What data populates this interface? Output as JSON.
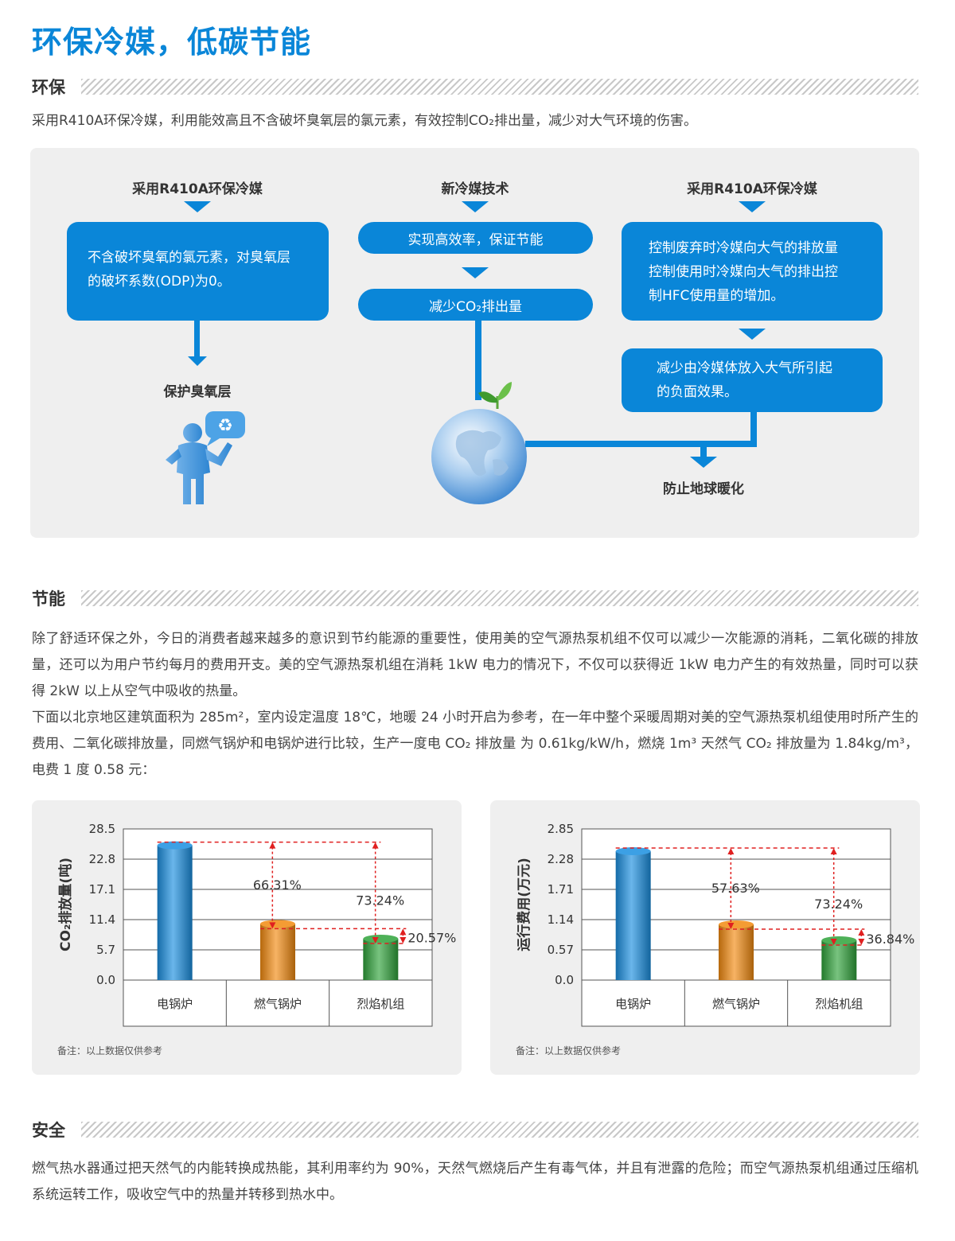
{
  "page": {
    "title": "环保冷媒，低碳节能"
  },
  "sections": {
    "eco": {
      "heading": "环保",
      "text": "采用R410A环保冷媒，利用能效高且不含破坏臭氧层的氯元素，有效控制CO₂排出量，减少对大气环境的伤害。"
    },
    "energy": {
      "heading": "节能",
      "para1": "除了舒适环保之外，今日的消费者越来越多的意识到节约能源的重要性，使用美的空气源热泵机组不仅可以减少一次能源的消耗，二氧化碳的排放量，还可以为用户节约每月的费用开支。美的空气源热泵机组在消耗 1kW 电力的情况下，不仅可以获得近 1kW 电力产生的有效热量，同时可以获得 2kW 以上从空气中吸收的热量。",
      "para2": "下面以北京地区建筑面积为 285m²，室内设定温度 18℃，地暖 24 小时开启为参考，在一年中整个采暖周期对美的空气源热泵机组使用时所产生的费用、二氧化碳排放量，同燃气锅炉和电锅炉进行比较，生产一度电 CO₂ 排放量 为 0.61kg/kW/h，燃烧 1m³ 天然气 CO₂ 排放量为 1.84kg/m³，电费 1 度 0.58 元："
    },
    "safety": {
      "heading": "安全",
      "text": "燃气热水器通过把天然气的内能转换成热能，其利用率约为 90%，天然气燃烧后产生有毒气体，并且有泄露的危险；而空气源热泵机组通过压缩机系统运转工作，吸收空气中的热量并转移到热水中。"
    }
  },
  "diagram": {
    "col1_title": "采用R410A环保冷媒",
    "col1_box": [
      "不含破坏臭氧的氯元素，对臭氧层",
      "的破坏系数(ODP)为0。"
    ],
    "col1_result": "保护臭氧层",
    "col2_title": "新冷媒技术",
    "col2_box1": "实现高效率，保证节能",
    "col2_box2": "减少CO₂排出量",
    "col3_title": "采用R410A环保冷媒",
    "col3_box1": [
      "控制废弃时冷媒向大气的排放量",
      "控制使用时冷媒向大气的排出控",
      "制HFC使用量的增加。"
    ],
    "col3_box2": [
      "减少由冷媒体放入大气所引起",
      "的负面效果。"
    ],
    "final_result": "防止地球暖化",
    "icons": [
      "person-icon",
      "recycle-icon",
      "globe-icon",
      "sprout-icon"
    ],
    "accent_color": "#0a86d8"
  },
  "chart_data": [
    {
      "type": "bar",
      "ylabel": "CO₂排放量(吨)",
      "yticks": [
        "28.5",
        "22.8",
        "17.1",
        "11.4",
        "5.7",
        "0.0"
      ],
      "ylim": [
        0,
        28.5
      ],
      "categories": [
        "电锅炉",
        "燃气锅炉",
        "烈焰机组"
      ],
      "values": [
        25.4,
        10.6,
        7.8
      ],
      "colors": [
        "#1a8fe0",
        "#f28a10",
        "#2fa33a"
      ],
      "annotations": [
        "66.31%",
        "73.24%",
        "20.57%"
      ],
      "note": "备注：以上数据仅供参考"
    },
    {
      "type": "bar",
      "ylabel": "运行费用(万元)",
      "yticks": [
        "2.85",
        "2.28",
        "1.71",
        "1.14",
        "0.57",
        "0.0"
      ],
      "ylim": [
        0,
        2.85
      ],
      "categories": [
        "电锅炉",
        "燃气锅炉",
        "烈焰机组"
      ],
      "values": [
        2.43,
        1.05,
        0.75
      ],
      "colors": [
        "#1a8fe0",
        "#f28a10",
        "#2fa33a"
      ],
      "annotations": [
        "57.63%",
        "73.24%",
        "36.84%"
      ],
      "note": "备注：以上数据仅供参考"
    }
  ]
}
